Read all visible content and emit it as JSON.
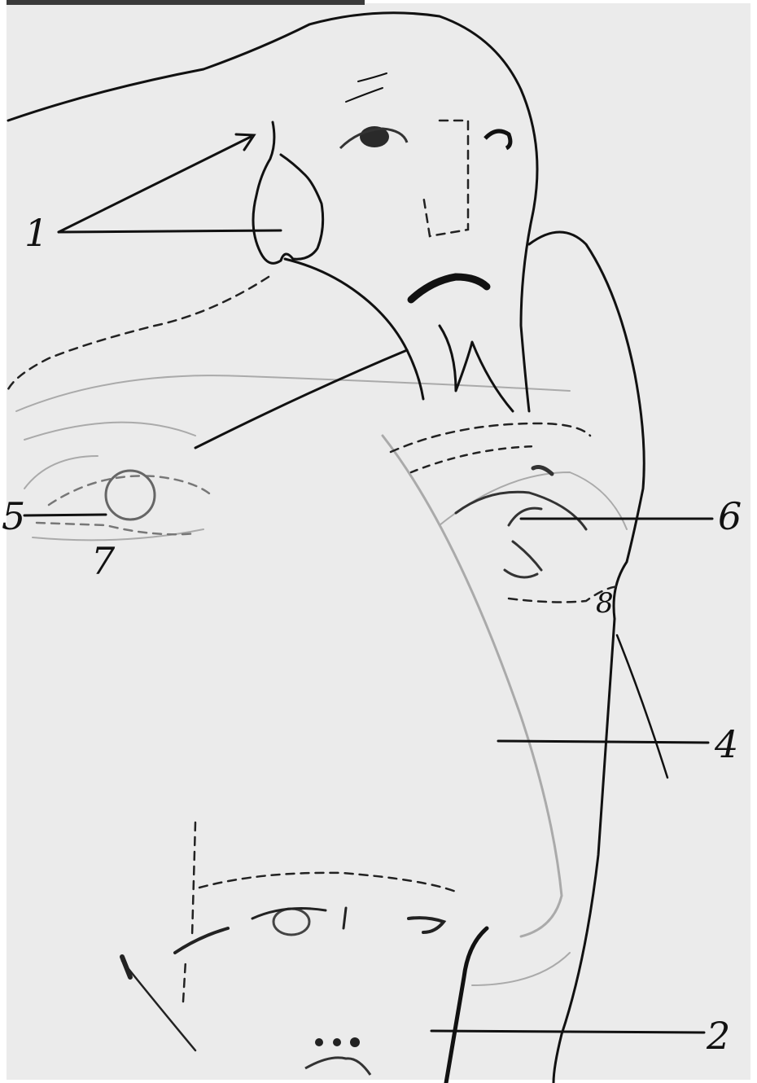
{
  "figure": {
    "background_color": "#ebebeb",
    "ink_color": "#111111",
    "faint_ink_color": "#8a8a8a",
    "labels": {
      "l1": "1",
      "l2": "2",
      "l4": "4",
      "l5": "5",
      "l6": "6",
      "l7": "7",
      "l8": "8"
    }
  }
}
